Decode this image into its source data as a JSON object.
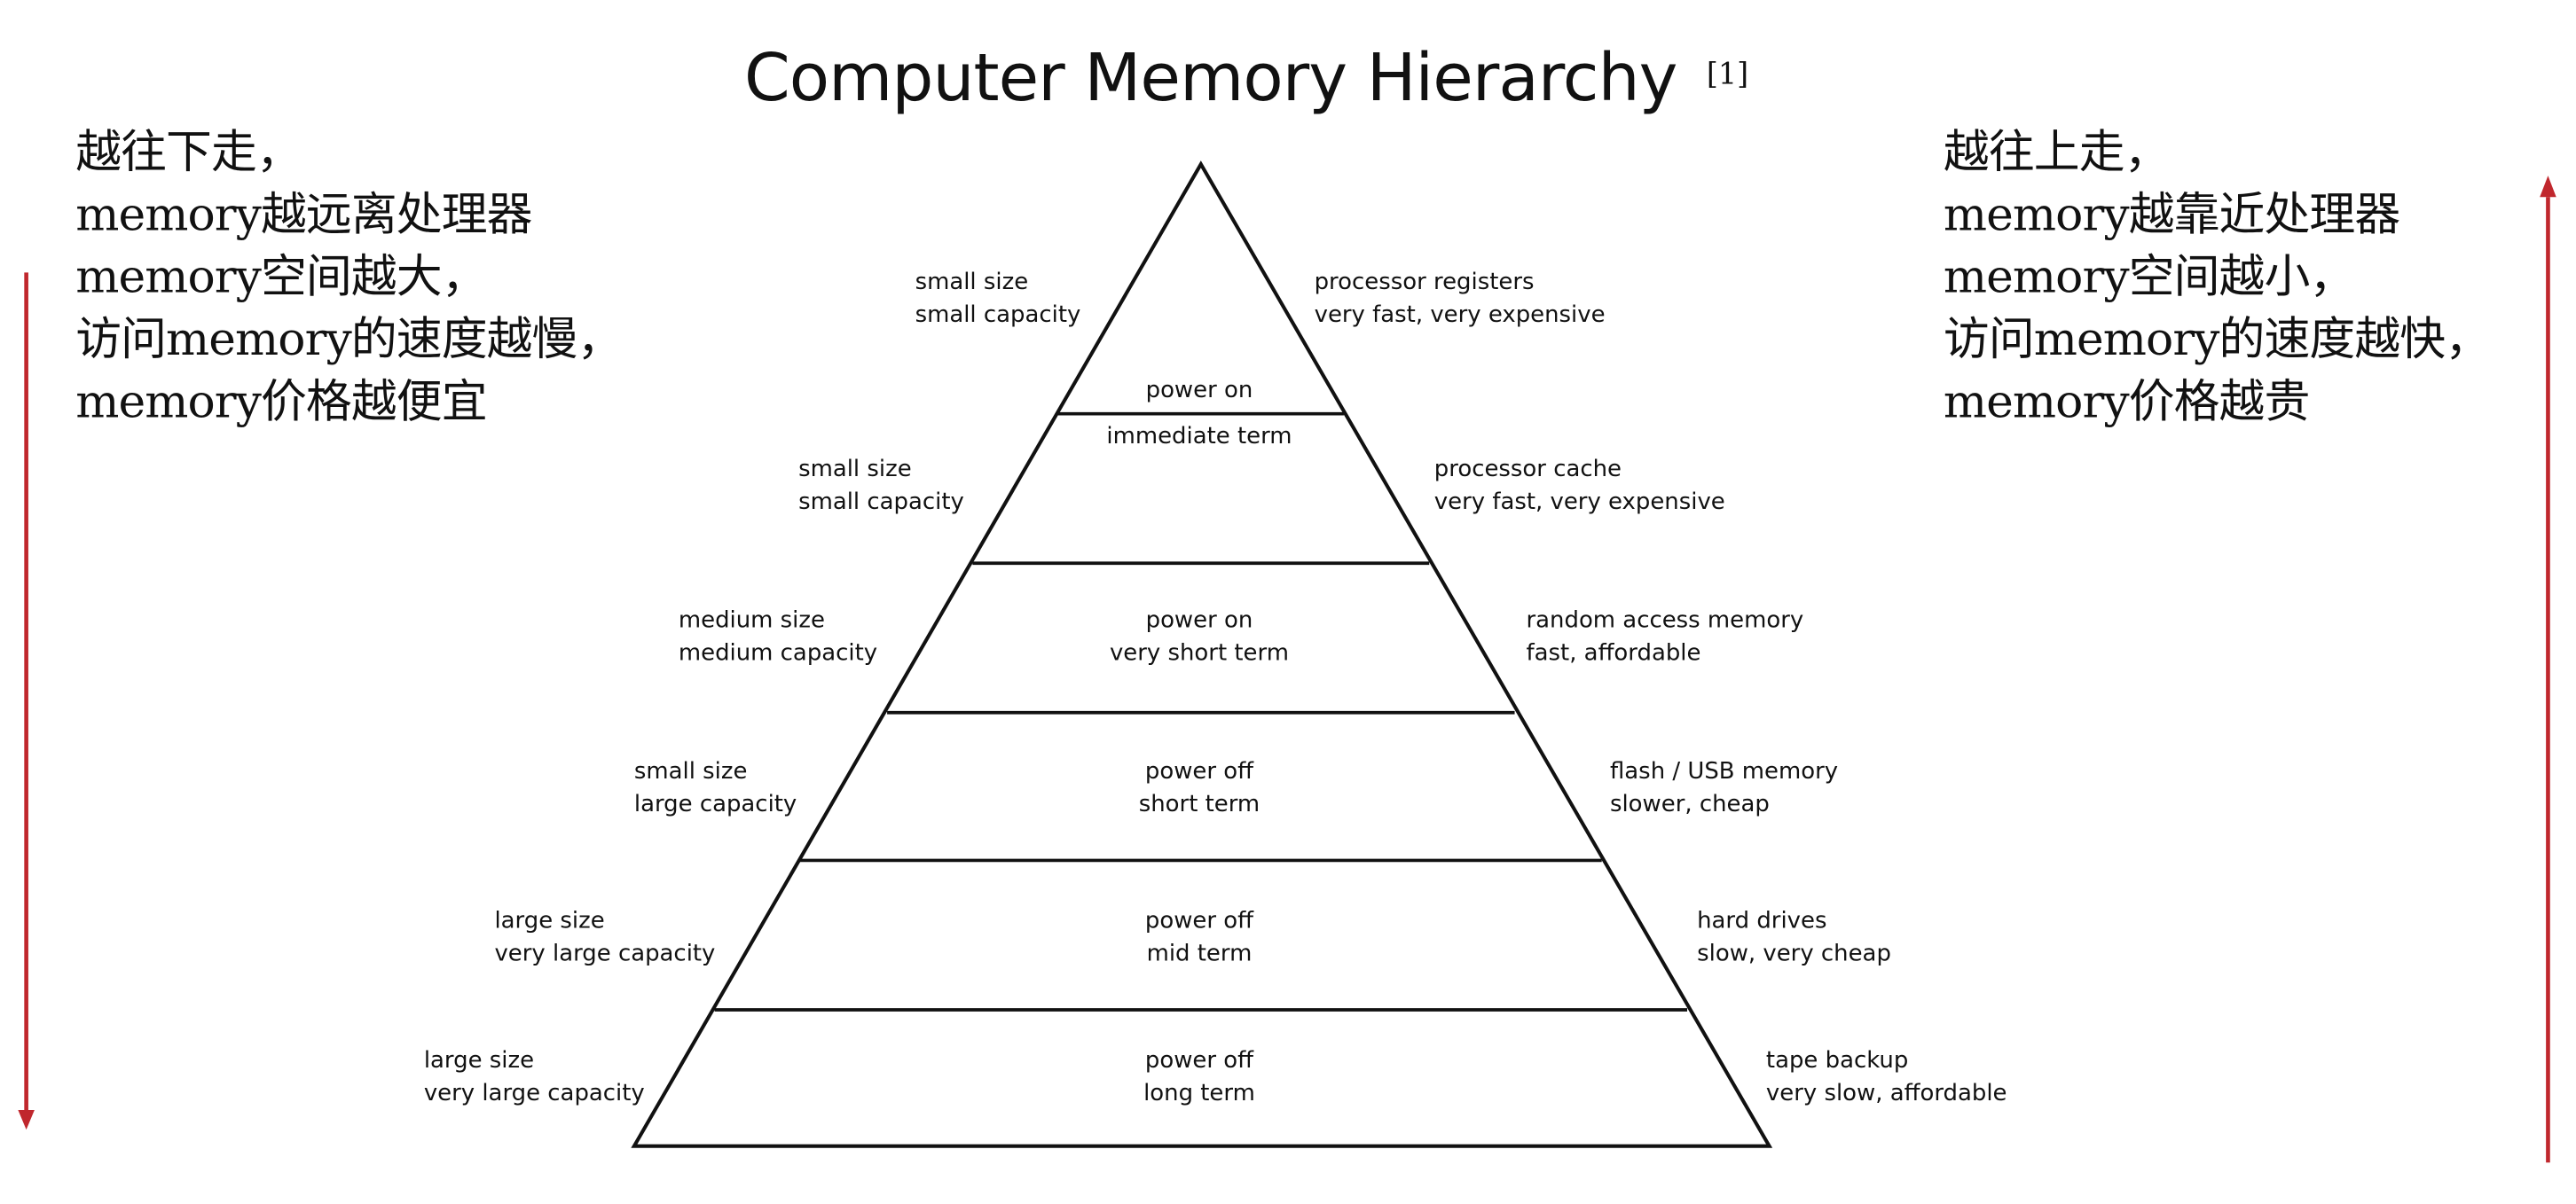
{
  "title": "Computer Memory Hierarchy",
  "title_ref": "[1]",
  "notes": {
    "left": [
      "越往下走，",
      "memory越远离处理器",
      "memory空间越大，",
      "访问memory的速度越慢，",
      "memory价格越便宜"
    ],
    "right": [
      "越往上走，",
      "memory越靠近处理器",
      "memory空间越小，",
      "访问memory的速度越快，",
      "memory价格越贵"
    ]
  },
  "arrows": {
    "left_direction": "down",
    "right_direction": "up",
    "color": "#c0272d"
  },
  "levels": [
    {
      "left": [
        "small size",
        "small capacity"
      ],
      "center": [
        "power on"
      ],
      "right": [
        "processor registers",
        "very fast, very expensive"
      ]
    },
    {
      "left": [
        "small size",
        "small capacity"
      ],
      "center": [
        "immediate term"
      ],
      "right": [
        "processor cache",
        "very fast, very expensive"
      ]
    },
    {
      "left": [
        "medium size",
        "medium capacity"
      ],
      "center": [
        "power on",
        "very short term"
      ],
      "right": [
        "random access memory",
        "fast, affordable"
      ]
    },
    {
      "left": [
        "small size",
        "large capacity"
      ],
      "center": [
        "power off",
        "short term"
      ],
      "right": [
        "flash / USB memory",
        "slower, cheap"
      ]
    },
    {
      "left": [
        "large size",
        "very large capacity"
      ],
      "center": [
        "power off",
        "mid term"
      ],
      "right": [
        "hard drives",
        "slow, very cheap"
      ]
    },
    {
      "left": [
        "large size",
        "very large capacity"
      ],
      "center": [
        "power off",
        "long term"
      ],
      "right": [
        "tape backup",
        "very slow, affordable"
      ]
    }
  ],
  "colors": {
    "text": "#111111",
    "lines": "#111111",
    "arrow": "#c0272d"
  }
}
